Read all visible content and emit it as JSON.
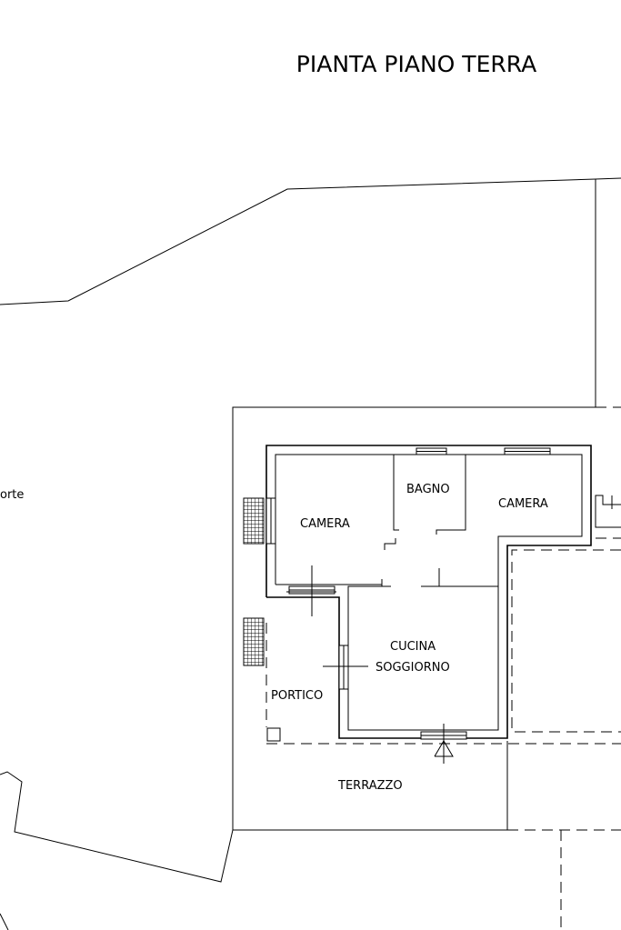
{
  "title": "PIANTA PIANO TERRA",
  "labels": {
    "corte": "orte",
    "camera_left": "CAMERA",
    "bagno": "BAGNO",
    "camera_right": "CAMERA",
    "cucina": "CUCINA",
    "soggiorno": "SOGGIORNO",
    "portico": "PORTICO",
    "terrazzo": "TERRAZZO"
  }
}
